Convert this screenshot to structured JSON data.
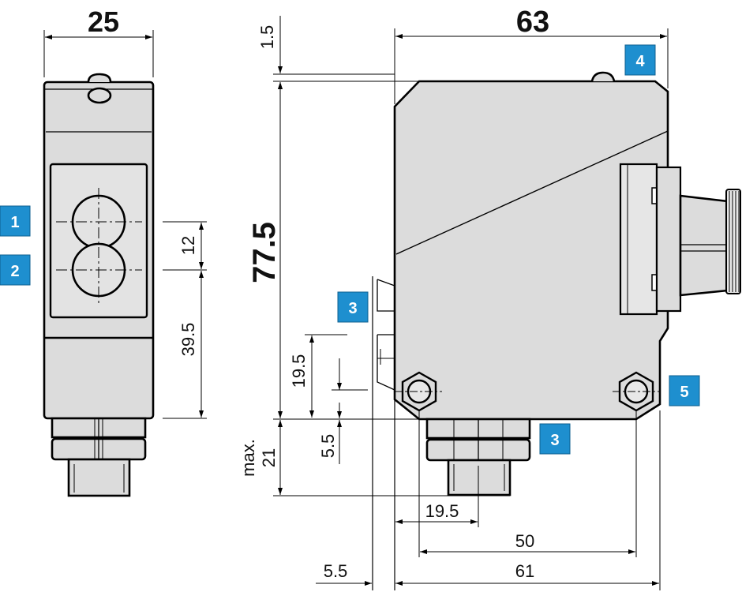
{
  "dimensions": {
    "width_front": "25",
    "width_side": "63",
    "height_total": "77.5",
    "top_offset": "1.5",
    "lens_spacing": "12",
    "lens_height": "39.5",
    "side_19_5": "19.5",
    "side_5_5": "5.5",
    "max_label": "max.",
    "max_value": "21",
    "bottom_19_5": "19.5",
    "bottom_50": "50",
    "bottom_5_5": "5.5",
    "bottom_61": "61"
  },
  "callouts": {
    "c1": "1",
    "c2": "2",
    "c3a": "3",
    "c3b": "3",
    "c4": "4",
    "c5": "5"
  },
  "colors": {
    "callout": "#1e8fcf",
    "housing": "#dcdcdc",
    "line": "#000000"
  }
}
